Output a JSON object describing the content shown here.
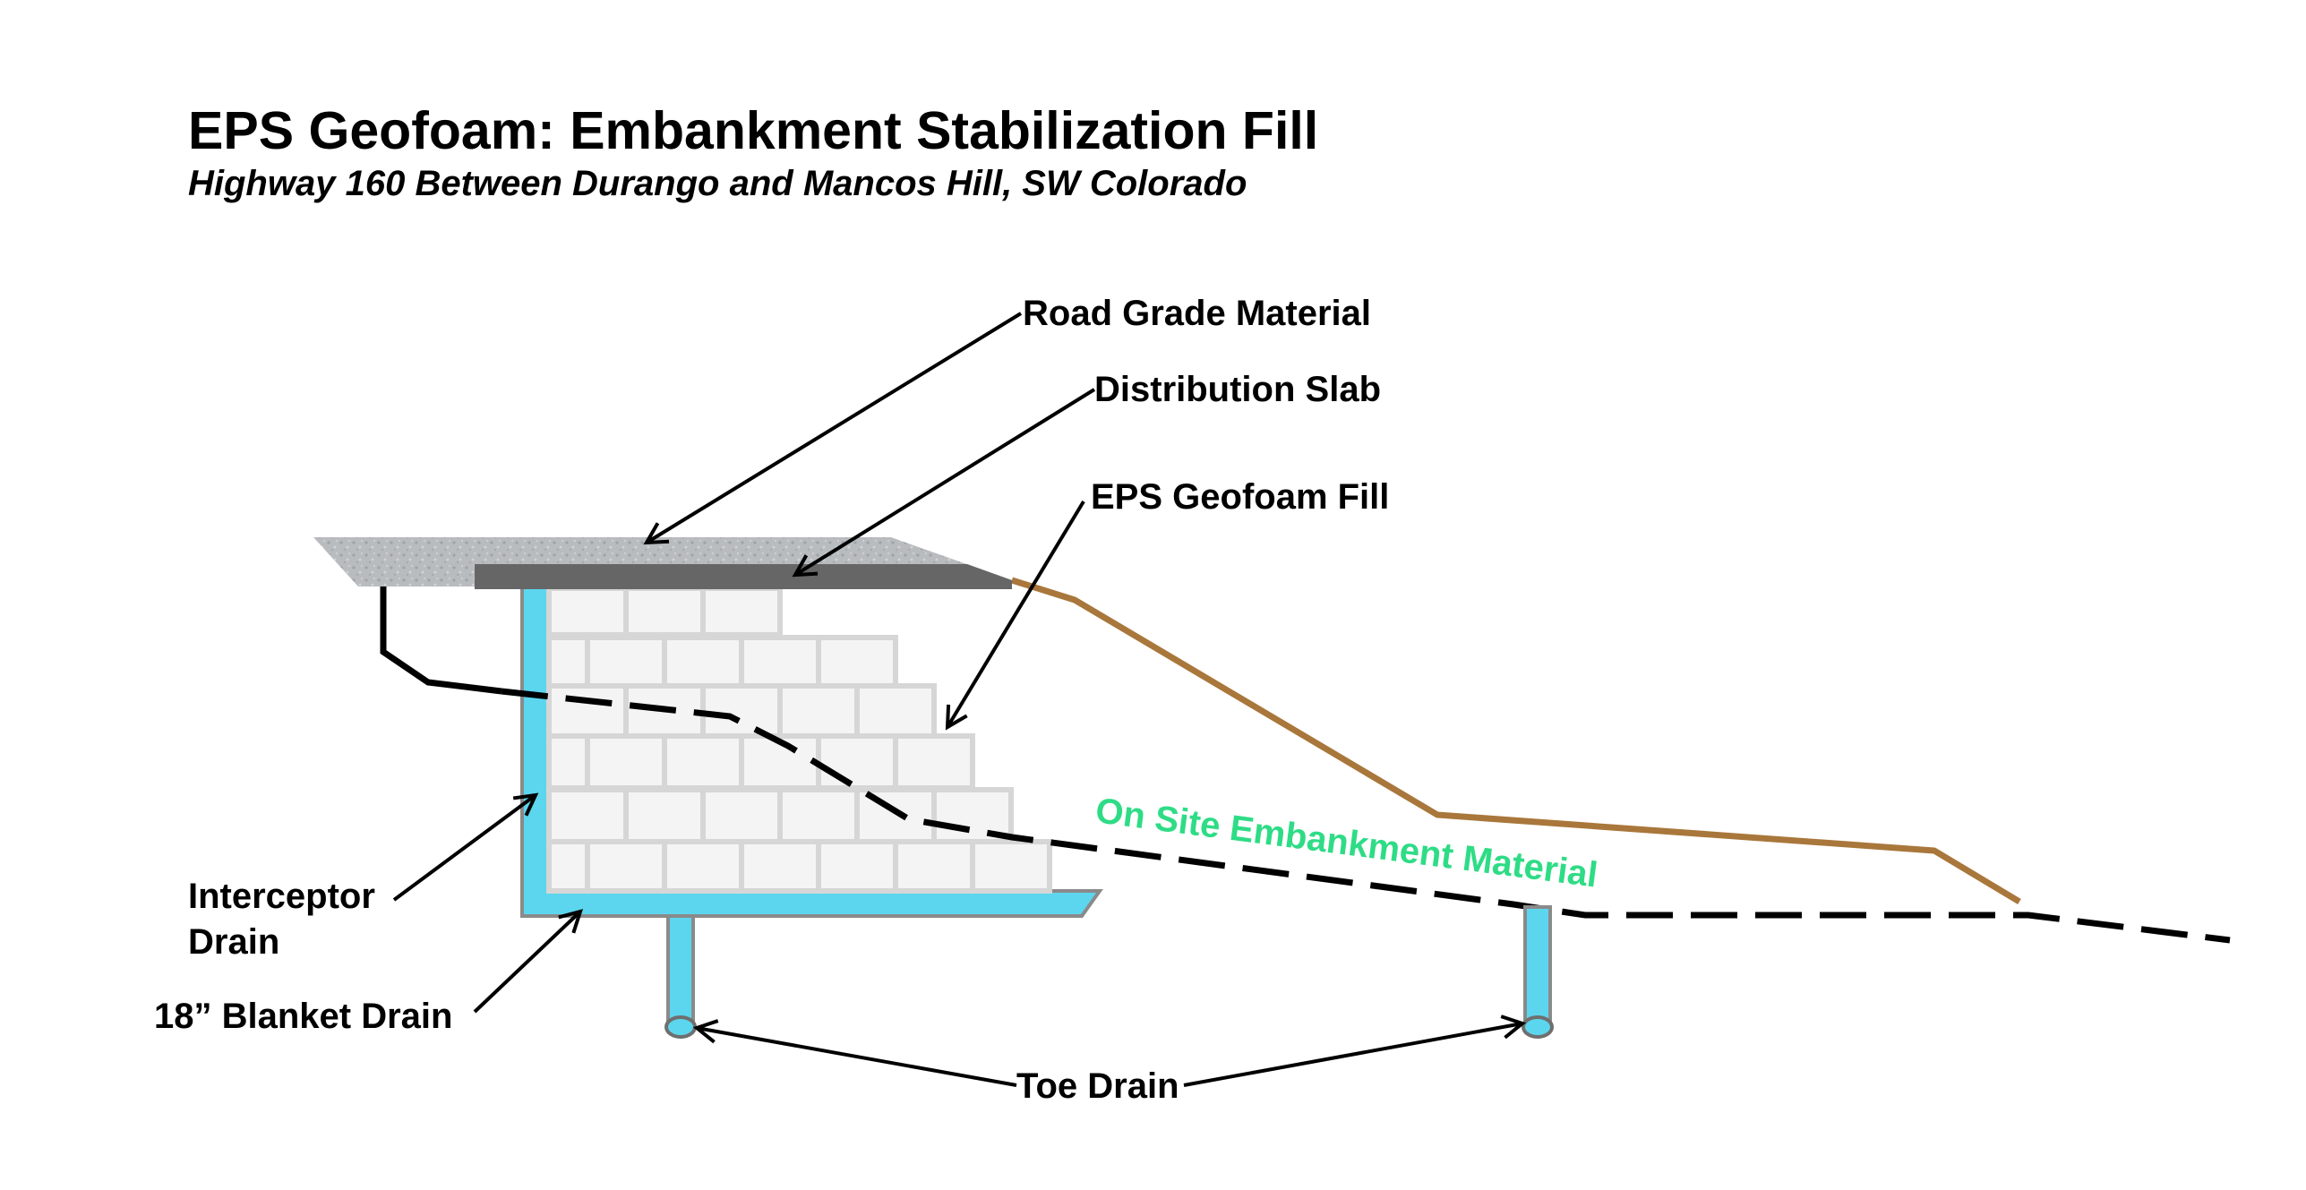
{
  "title": "EPS Geofoam: Embankment Stabilization Fill",
  "subtitle": "Highway 160 Between Durango and Mancos Hill, SW Colorado",
  "labels": {
    "road_grade": "Road Grade Material",
    "distribution_slab": "Distribution Slab",
    "eps_fill": "EPS Geofoam Fill",
    "on_site": "On Site Embankment Material",
    "interceptor_line1": "Interceptor",
    "interceptor_line2": "Drain",
    "blanket_drain": "18” Blanket Drain",
    "toe_drain": "Toe Drain"
  },
  "colors": {
    "road_grade": "#b9bcbf",
    "distribution_slab": "#666666",
    "geofoam_block": "#f4f4f4",
    "drain_water": "#5cd6ee",
    "ground_line": "#a9773b",
    "on_site_text": "#2edc86"
  }
}
